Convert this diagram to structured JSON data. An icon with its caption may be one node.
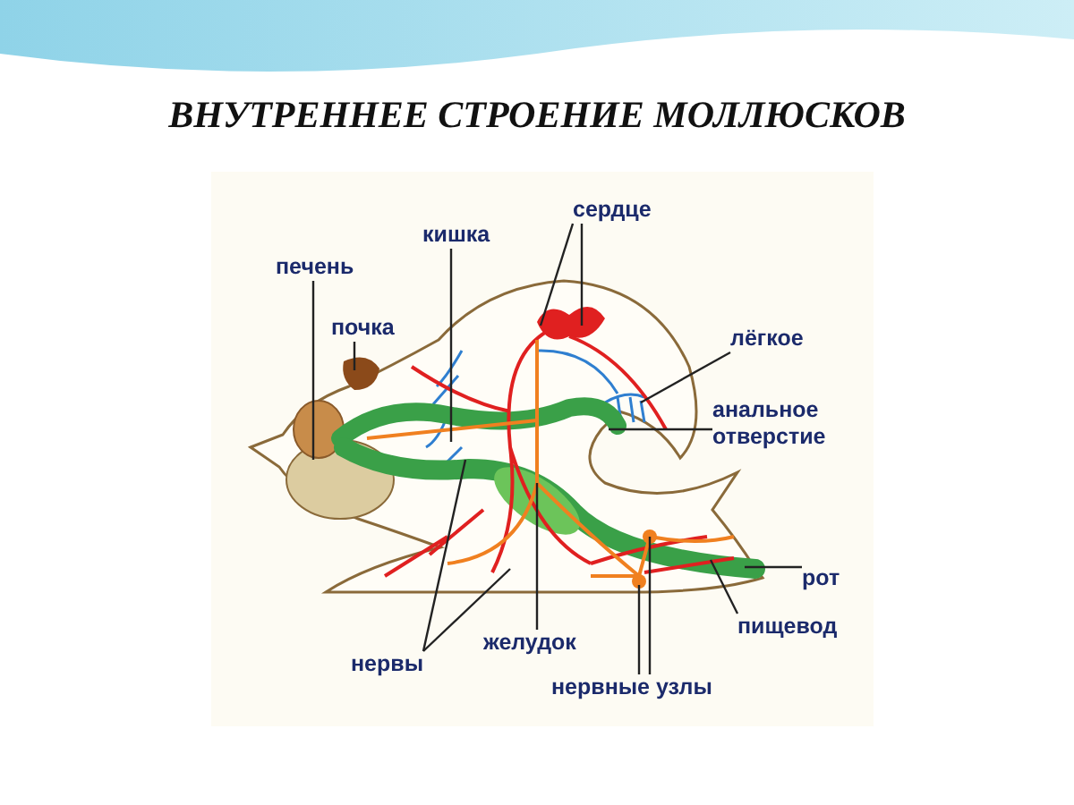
{
  "diagram": {
    "title": "ВНУТРЕННЕЕ СТРОЕНИЕ МОЛЛЮСКОВ",
    "nodes": [
      {
        "text": [
          "сердце"
        ]
      },
      {
        "text": [
          "кишка"
        ]
      },
      {
        "text": [
          "печень"
        ]
      },
      {
        "text": [
          "почка"
        ]
      },
      {
        "text": [
          "лёгкое"
        ]
      },
      {
        "text": [
          "анальное отверстие"
        ]
      },
      {
        "text": [
          "рот"
        ]
      },
      {
        "text": [
          "пищевод"
        ]
      },
      {
        "text": [
          "желудок"
        ]
      },
      {
        "text": [
          "нервы"
        ]
      },
      {
        "text": [
          "нервные узлы"
        ]
      }
    ],
    "edges": [
      {
        "from": 0,
        "to": null,
        "arrow": "none"
      },
      {
        "from": 0,
        "to": null,
        "arrow": "none"
      },
      {
        "from": 1,
        "to": null,
        "arrow": "none"
      },
      {
        "from": 2,
        "to": null,
        "arrow": "none"
      },
      {
        "from": 3,
        "to": null,
        "arrow": "none"
      },
      {
        "from": 4,
        "to": null,
        "arrow": "none"
      },
      {
        "from": 5,
        "to": null,
        "arrow": "none"
      },
      {
        "from": 6,
        "to": null,
        "arrow": "none"
      },
      {
        "from": 7,
        "to": null,
        "arrow": "none"
      },
      {
        "from": 8,
        "to": null,
        "arrow": "none"
      },
      {
        "from": 9,
        "to": null,
        "arrow": "none"
      },
      {
        "from": 9,
        "to": null,
        "arrow": "none"
      },
      {
        "from": 10,
        "to": null,
        "arrow": "none"
      },
      {
        "from": 10,
        "to": null,
        "arrow": "none"
      }
    ]
  }
}
